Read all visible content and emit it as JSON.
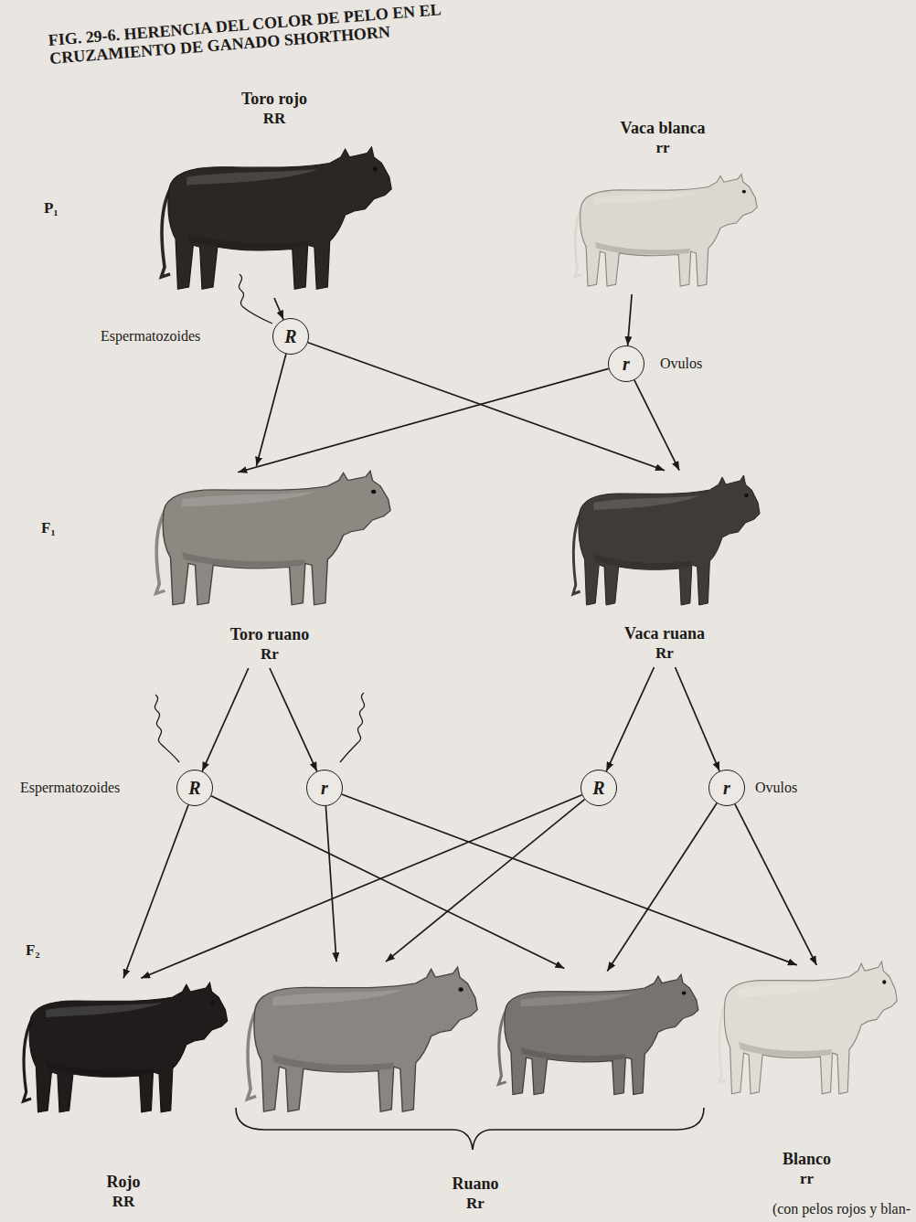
{
  "diagram": {
    "title": "FIG. 29-6. HERENCIA DEL COLOR DE PELO EN EL CRUZAMIENTO DE GANADO SHORTHORN",
    "nodes": [
      {
        "text": [
          "Toro rojo",
          "RR"
        ]
      },
      {
        "text": [
          "Vaca blanca",
          "rr"
        ]
      },
      {
        "text": [
          "R"
        ]
      },
      {
        "text": [
          "r"
        ]
      },
      {
        "text": [
          "Toro ruano",
          "Rr"
        ]
      },
      {
        "text": [
          "Vaca ruana",
          "Rr"
        ]
      },
      {
        "text": [
          "R"
        ]
      },
      {
        "text": [
          "r"
        ]
      },
      {
        "text": [
          "R"
        ]
      },
      {
        "text": [
          "r"
        ]
      },
      {
        "text": [
          "Rojo",
          "RR"
        ]
      },
      {
        "text": [
          "Ruano",
          "Rr"
        ]
      },
      {
        "text": [],
        "in": 11
      },
      {
        "text": [],
        "in": 11
      },
      {
        "text": [
          "Blanco",
          "rr"
        ]
      }
    ],
    "edges": [
      {
        "from": 0,
        "to": 2,
        "arrow": "to"
      },
      {
        "from": 1,
        "to": 3,
        "arrow": "to"
      },
      {
        "from": 2,
        "to": 4,
        "arrow": "to"
      },
      {
        "from": 2,
        "to": 5,
        "arrow": "to"
      },
      {
        "from": 3,
        "to": 4,
        "arrow": "to"
      },
      {
        "from": 3,
        "to": 5,
        "arrow": "to"
      },
      {
        "from": 4,
        "to": 6,
        "arrow": "to"
      },
      {
        "from": 4,
        "to": 7,
        "arrow": "to"
      },
      {
        "from": 5,
        "to": 8,
        "arrow": "to"
      },
      {
        "from": 5,
        "to": 9,
        "arrow": "to"
      },
      {
        "from": 6,
        "to": 10,
        "arrow": "to"
      },
      {
        "from": 6,
        "to": 13,
        "arrow": "to"
      },
      {
        "from": 7,
        "to": 12,
        "arrow": "to"
      },
      {
        "from": 7,
        "to": 14,
        "arrow": "to"
      },
      {
        "from": 8,
        "to": 10,
        "arrow": "to"
      },
      {
        "from": 8,
        "to": 12,
        "arrow": "to"
      },
      {
        "from": 9,
        "to": 13,
        "arrow": "to"
      },
      {
        "from": 9,
        "to": 14,
        "arrow": "to"
      }
    ],
    "labels": [
      "P₁",
      "Espermatozoides",
      "Ovulos",
      "F₁",
      "Espermatozoides",
      "Ovulos",
      "F₂",
      "(con pelos rojos y blan-"
    ]
  }
}
